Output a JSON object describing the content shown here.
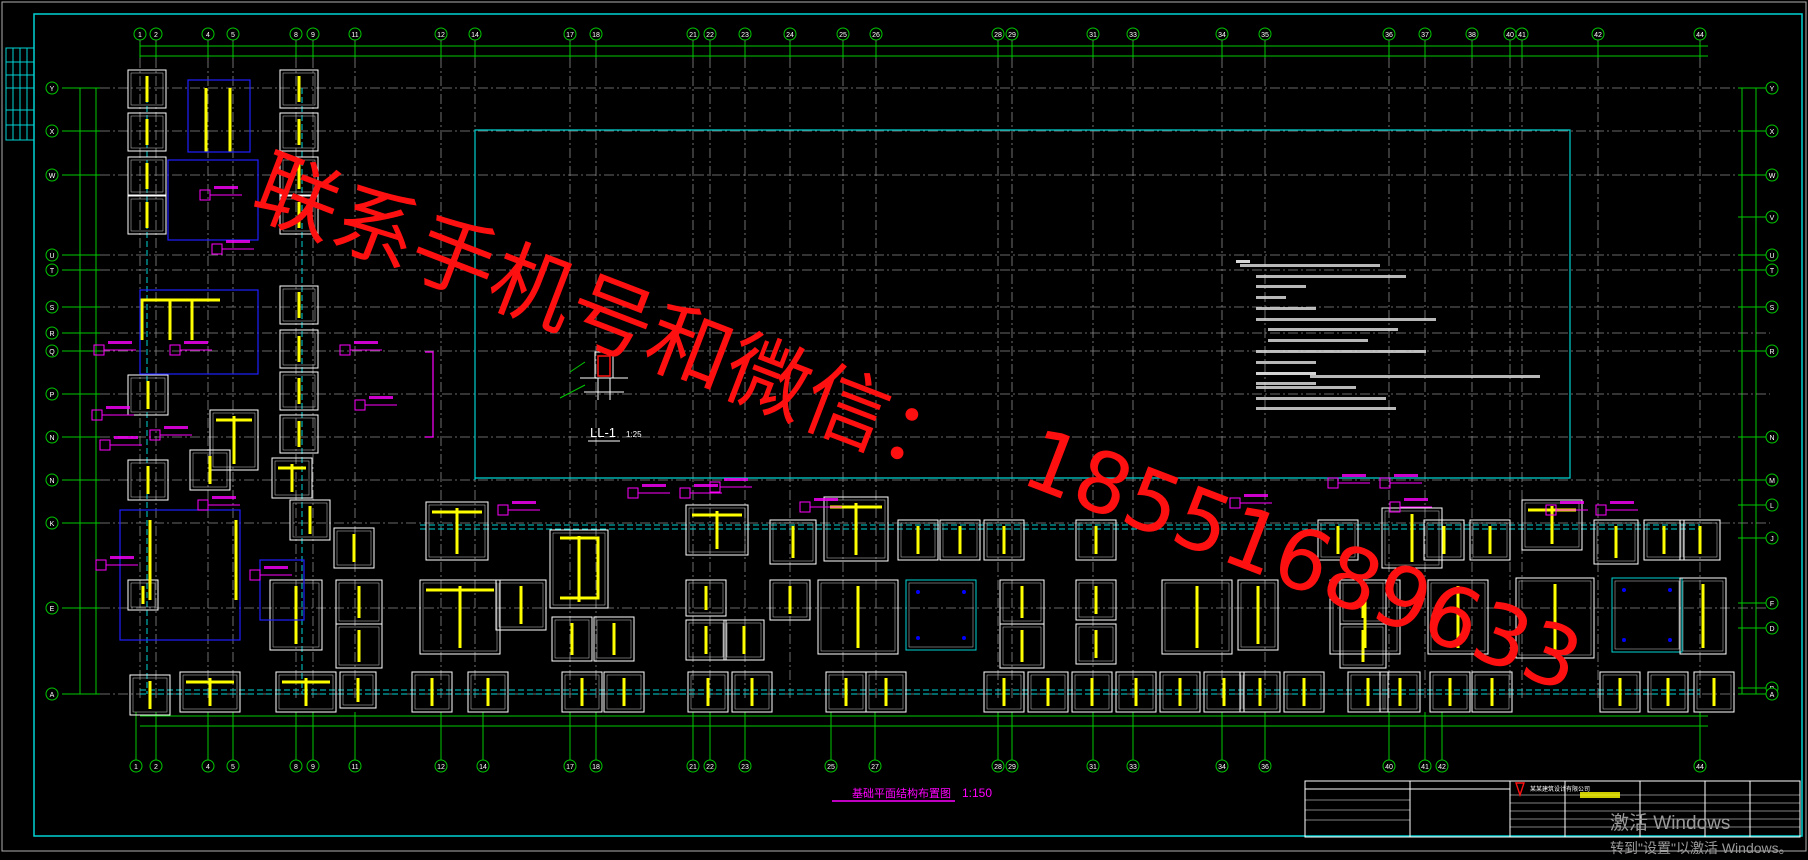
{
  "drawing": {
    "plan_title": "基础平面结构布置图",
    "plan_scale": "1:150",
    "detail_label": "LL-1",
    "detail_scale": "1:25",
    "company": "某某建筑设计有限公司"
  },
  "axes": {
    "top": [
      "1",
      "2",
      "4",
      "5",
      "8",
      "9",
      "11",
      "12",
      "14",
      "17",
      "18",
      "21",
      "22",
      "23",
      "24",
      "25",
      "26",
      "28",
      "29",
      "31",
      "33",
      "34",
      "35",
      "36",
      "37",
      "38",
      "40",
      "41",
      "42",
      "44"
    ],
    "bottom": [
      "1",
      "2",
      "4",
      "5",
      "8",
      "9",
      "11",
      "12",
      "14",
      "17",
      "18",
      "21",
      "22",
      "23",
      "25",
      "27",
      "28",
      "29",
      "31",
      "33",
      "34",
      "36",
      "40",
      "41",
      "42",
      "44"
    ],
    "left": [
      "Y",
      "X",
      "W",
      "U",
      "T",
      "S",
      "R",
      "Q",
      "P",
      "N",
      "N",
      "K",
      "E",
      "A"
    ],
    "right": [
      "Y",
      "X",
      "W",
      "V",
      "U",
      "T",
      "S",
      "R",
      "N",
      "M",
      "L",
      "J",
      "F",
      "D",
      "B",
      "A"
    ]
  },
  "watermark": {
    "line1": "联系手机号和微信：",
    "phone": "18551689633"
  },
  "os_overlay": {
    "line1": "激活 Windows",
    "line2": "转到\"设置\"以激活 Windows。"
  },
  "colors": {
    "background": "#000000",
    "frame": "#00d2d2",
    "axis": "#00c800",
    "wall": "#ffff00",
    "footing": "#ffffff",
    "beam": "#0000ff",
    "tag": "#ff00ff",
    "watermark": "#ff1010"
  }
}
